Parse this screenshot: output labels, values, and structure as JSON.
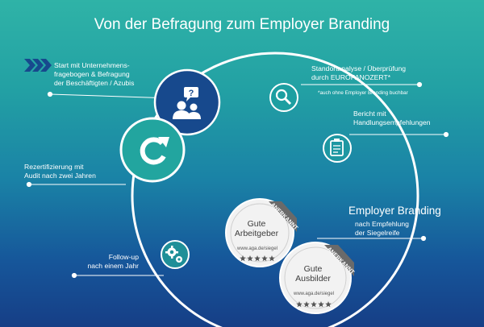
{
  "header": {
    "title": "Von der Befragung zum Employer Branding"
  },
  "steps": {
    "survey": {
      "lines": [
        "Start mit Unternehmens-",
        "fragebogen & Befragung",
        "der Beschäftigten / Azubis"
      ],
      "icon": "survey-people-icon"
    },
    "site_analysis": {
      "lines": [
        "Standortanalyse / Überprüfung",
        "durch EUROPANOZERT*"
      ],
      "note": "*auch ohne Employer Branding buchbar",
      "icon": "magnifier-icon"
    },
    "report": {
      "lines": [
        "Bericht mit",
        "Handlungsempfehlungen"
      ],
      "icon": "clipboard-icon"
    },
    "employer_branding": {
      "title": "Employer Branding",
      "lines": [
        "nach Empfehlung",
        "der Siegelreife"
      ]
    },
    "follow_up": {
      "lines": [
        "Follow-up",
        "nach einem Jahr"
      ],
      "icon": "gears-icon"
    },
    "recert": {
      "lines": [
        "Rezertifizierung mit",
        "Audit nach zwei Jahren"
      ],
      "icon": "refresh-icon"
    }
  },
  "seals": [
    {
      "ribbon": "ANERKANNT",
      "lines": [
        "Gute",
        "Arbeitgeber"
      ],
      "url": "www.aga.de/siegel",
      "stars": 5
    },
    {
      "ribbon": "ANERKANNT",
      "lines": [
        "Gute",
        "Ausbilder"
      ],
      "url": "www.aga.de/siegel",
      "stars": 5
    }
  ],
  "colors": {
    "circle_dark": "#17498d",
    "teal": "#20a7a4",
    "line": "#ffffff",
    "ribbon": "#6a6a6a",
    "seal": "#f2f2f2"
  }
}
